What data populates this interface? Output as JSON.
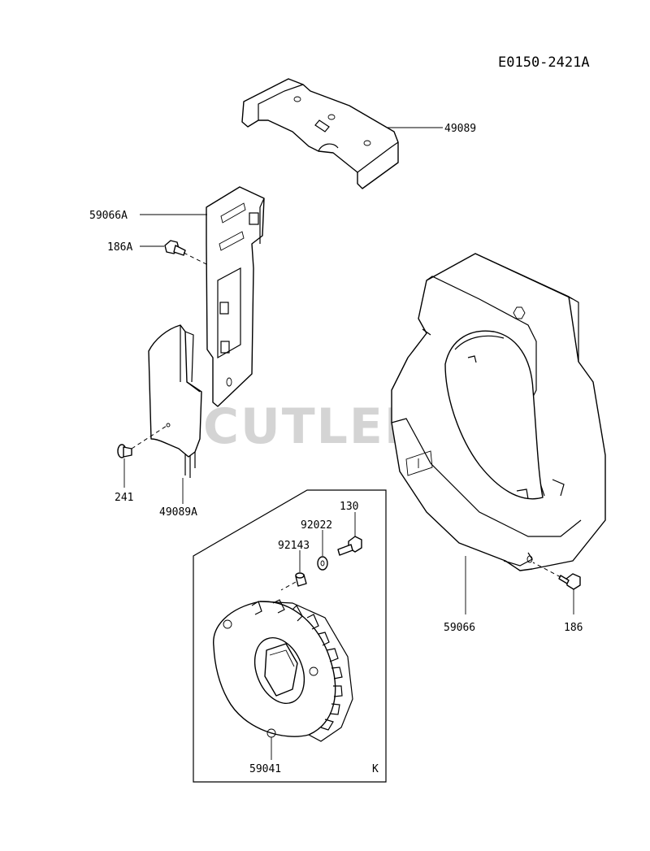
{
  "diagram_code": "E0150-2421A",
  "watermark": "CUTLER'S",
  "inset_marker": "K",
  "parts": [
    {
      "id": "p-49089",
      "number": "49089"
    },
    {
      "id": "p-59066A",
      "number": "59066A"
    },
    {
      "id": "p-186A",
      "number": "186A"
    },
    {
      "id": "p-241",
      "number": "241"
    },
    {
      "id": "p-49089A",
      "number": "49089A"
    },
    {
      "id": "p-130",
      "number": "130"
    },
    {
      "id": "p-92022",
      "number": "92022"
    },
    {
      "id": "p-92143",
      "number": "92143"
    },
    {
      "id": "p-59066",
      "number": "59066"
    },
    {
      "id": "p-186",
      "number": "186"
    },
    {
      "id": "p-59041",
      "number": "59041"
    }
  ]
}
